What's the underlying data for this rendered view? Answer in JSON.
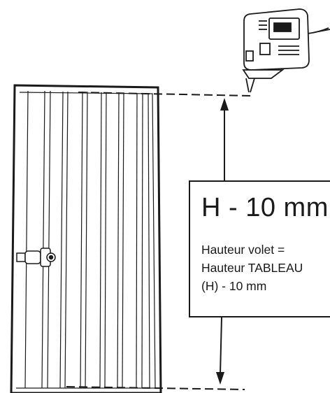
{
  "dimension": {
    "title": "H - 10 mm",
    "lines": [
      "Hauteur volet =",
      "Hauteur TABLEAU",
      "(H) - 10 mm"
    ]
  },
  "icons": {
    "tool": "jigsaw-icon",
    "shutter": "shutter-panel-icon",
    "hinge": "hinge-latch-icon"
  },
  "colors": {
    "ink": "#1a1a1a",
    "background": "#ffffff"
  }
}
